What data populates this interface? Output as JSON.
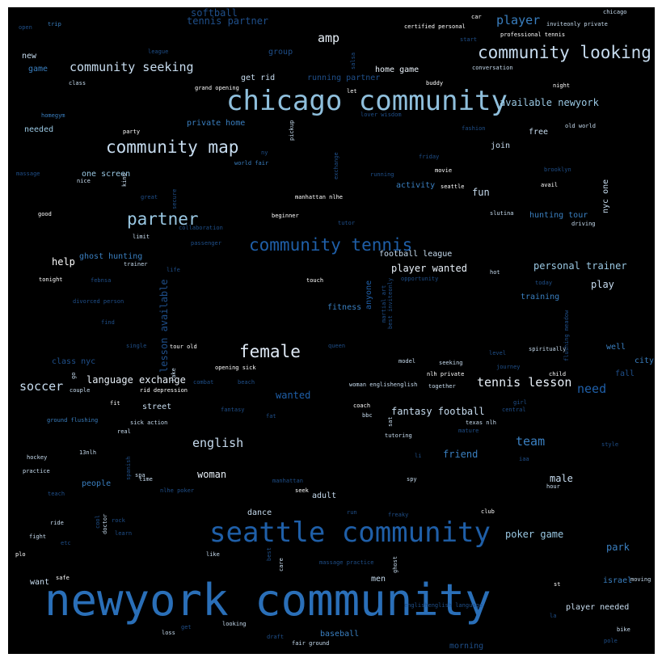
{
  "words": [
    {
      "text": "newyork community",
      "size": "xl",
      "color": "#2a6fb8"
    },
    {
      "text": "chicago community",
      "size": "l",
      "color": "#8fbfdc"
    },
    {
      "text": "seattle community",
      "size": "l",
      "color": "#1f5fa8"
    },
    {
      "text": "community map",
      "size": "m",
      "color": "#c7dcef"
    },
    {
      "text": "community tennis",
      "size": "m",
      "color": "#1f5fa8"
    },
    {
      "text": "community looking",
      "size": "m",
      "color": "#c7dcef"
    },
    {
      "text": "female",
      "size": "m",
      "color": "#dfe9f5"
    },
    {
      "text": "partner",
      "size": "m",
      "color": "#9ac8e3"
    },
    {
      "text": "community seeking",
      "size": "s",
      "color": "#c7dcef"
    },
    {
      "text": "amp",
      "size": "s",
      "color": "#e8f0f8"
    },
    {
      "text": "player",
      "size": "s",
      "color": "#3a7fc0"
    },
    {
      "text": "team",
      "size": "s",
      "color": "#3a7fc0"
    },
    {
      "text": "need",
      "size": "s",
      "color": "#1f5fa8"
    },
    {
      "text": "soccer",
      "size": "s",
      "color": "#c7dcef"
    },
    {
      "text": "english",
      "size": "s",
      "color": "#c7dcef"
    },
    {
      "text": "tennis lesson",
      "size": "s",
      "color": "#e8f0f8"
    },
    {
      "text": "available newyork",
      "size": "xs",
      "color": "#9ac8e3"
    },
    {
      "text": "softball",
      "size": "xs",
      "color": "#1f4f8a"
    },
    {
      "text": "tennis partner",
      "size": "xs",
      "color": "#1f4f8a"
    },
    {
      "text": "fun",
      "size": "xs",
      "color": "#c7dcef"
    },
    {
      "text": "help",
      "size": "xs",
      "color": "#ffffff"
    },
    {
      "text": "player wanted",
      "size": "xs",
      "color": "#e8f0f8"
    },
    {
      "text": "personal trainer",
      "size": "xs",
      "color": "#9ac8e3"
    },
    {
      "text": "play",
      "size": "xs",
      "color": "#c7dcef"
    },
    {
      "text": "language exchange",
      "size": "xs",
      "color": "#e8f0f8"
    },
    {
      "text": "fantasy football",
      "size": "xs",
      "color": "#c7dcef"
    },
    {
      "text": "wanted",
      "size": "xs",
      "color": "#1f5fa8"
    },
    {
      "text": "friend",
      "size": "xs",
      "color": "#3a7fc0"
    },
    {
      "text": "woman",
      "size": "xs",
      "color": "#e8f0f8"
    },
    {
      "text": "poker game",
      "size": "xs",
      "color": "#9ac8e3"
    },
    {
      "text": "park",
      "size": "xs",
      "color": "#3a7fc0"
    },
    {
      "text": "male",
      "size": "xs",
      "color": "#c7dcef"
    },
    {
      "text": "one screen",
      "size": "xxs",
      "color": "#9ac8e3"
    },
    {
      "text": "home game",
      "size": "xxs",
      "color": "#e8f0f8"
    },
    {
      "text": "private home",
      "size": "xxs",
      "color": "#3a7fc0"
    },
    {
      "text": "group",
      "size": "xxs",
      "color": "#1f4f8a"
    },
    {
      "text": "running partner",
      "size": "xxs",
      "color": "#1f4f8a"
    },
    {
      "text": "get rid",
      "size": "xxs",
      "color": "#c7dcef"
    },
    {
      "text": "needed",
      "size": "xxs",
      "color": "#9ac8e3"
    },
    {
      "text": "free",
      "size": "xxs",
      "color": "#c7dcef"
    },
    {
      "text": "join",
      "size": "xxs",
      "color": "#c7dcef"
    },
    {
      "text": "activity",
      "size": "xxs",
      "color": "#3a7fc0"
    },
    {
      "text": "hunting tour",
      "size": "xxs",
      "color": "#3a7fc0"
    },
    {
      "text": "ghost hunting",
      "size": "xxs",
      "color": "#3a7fc0"
    },
    {
      "text": "football league",
      "size": "xxs",
      "color": "#c7dcef"
    },
    {
      "text": "training",
      "size": "xxs",
      "color": "#3a7fc0"
    },
    {
      "text": "fitness",
      "size": "xxs",
      "color": "#3a7fc0"
    },
    {
      "text": "class nyc",
      "size": "xxs",
      "color": "#1f4f8a"
    },
    {
      "text": "well",
      "size": "xxs",
      "color": "#3a7fc0"
    },
    {
      "text": "city",
      "size": "xxs",
      "color": "#3a7fc0"
    },
    {
      "text": "fall",
      "size": "xxs",
      "color": "#1f4f8a"
    },
    {
      "text": "street",
      "size": "xxs",
      "color": "#c7dcef"
    },
    {
      "text": "adult",
      "size": "xxs",
      "color": "#c7dcef"
    },
    {
      "text": "dance",
      "size": "xxs",
      "color": "#c7dcef"
    },
    {
      "text": "men",
      "size": "xxs",
      "color": "#c7dcef"
    },
    {
      "text": "want",
      "size": "xxs",
      "color": "#c7dcef"
    },
    {
      "text": "israel",
      "size": "xxs",
      "color": "#3a7fc0"
    },
    {
      "text": "player needed",
      "size": "xxs",
      "color": "#c7dcef"
    },
    {
      "text": "baseball",
      "size": "xxs",
      "color": "#3a7fc0"
    },
    {
      "text": "morning",
      "size": "xxs",
      "color": "#1f4f8a"
    },
    {
      "text": "people",
      "size": "xxs",
      "color": "#3a7fc0"
    },
    {
      "text": "game",
      "size": "xxs",
      "color": "#3a7fc0"
    },
    {
      "text": "new",
      "size": "xxs",
      "color": "#c7dcef"
    },
    {
      "text": "professional tennis",
      "size": "tiny",
      "color": "#ffffff"
    },
    {
      "text": "certified personal",
      "size": "tiny",
      "color": "#ffffff"
    },
    {
      "text": "inviteonly private",
      "size": "tiny",
      "color": "#c7dcef"
    },
    {
      "text": "chicago",
      "size": "tiny",
      "color": "#c7dcef"
    },
    {
      "text": "car",
      "size": "tiny",
      "color": "#ffffff"
    },
    {
      "text": "trip",
      "size": "tiny",
      "color": "#3a7fc0"
    },
    {
      "text": "open",
      "size": "tiny",
      "color": "#1f4f8a"
    },
    {
      "text": "start",
      "size": "tiny",
      "color": "#1f4f8a"
    },
    {
      "text": "conversation",
      "size": "tiny",
      "color": "#c7dcef"
    },
    {
      "text": "buddy",
      "size": "tiny",
      "color": "#ffffff"
    },
    {
      "text": "night",
      "size": "tiny",
      "color": "#ffffff"
    },
    {
      "text": "class",
      "size": "tiny",
      "color": "#c7dcef"
    },
    {
      "text": "grand opening",
      "size": "tiny",
      "color": "#ffffff"
    },
    {
      "text": "let",
      "size": "tiny",
      "color": "#ffffff"
    },
    {
      "text": "lover wisdom",
      "size": "tiny",
      "color": "#1f4f8a"
    },
    {
      "text": "homegym",
      "size": "tiny",
      "color": "#3a7fc0"
    },
    {
      "text": "party",
      "size": "tiny",
      "color": "#ffffff"
    },
    {
      "text": "fashion",
      "size": "tiny",
      "color": "#1f4f8a"
    },
    {
      "text": "old world",
      "size": "tiny",
      "color": "#c7dcef"
    },
    {
      "text": "world fair",
      "size": "tiny",
      "color": "#3a7fc0"
    },
    {
      "text": "friday",
      "size": "tiny",
      "color": "#1f4f8a"
    },
    {
      "text": "movie",
      "size": "tiny",
      "color": "#ffffff"
    },
    {
      "text": "running",
      "size": "tiny",
      "color": "#1f4f8a"
    },
    {
      "text": "brooklyn",
      "size": "tiny",
      "color": "#1f4f8a"
    },
    {
      "text": "massage",
      "size": "tiny",
      "color": "#1f4f8a"
    },
    {
      "text": "nice",
      "size": "tiny",
      "color": "#c7dcef"
    },
    {
      "text": "seattle",
      "size": "tiny",
      "color": "#ffffff"
    },
    {
      "text": "avail",
      "size": "tiny",
      "color": "#ffffff"
    },
    {
      "text": "great",
      "size": "tiny",
      "color": "#1f4f8a"
    },
    {
      "text": "manhattan nlhe",
      "size": "tiny",
      "color": "#ffffff"
    },
    {
      "text": "good",
      "size": "tiny",
      "color": "#ffffff"
    },
    {
      "text": "beginner",
      "size": "tiny",
      "color": "#ffffff"
    },
    {
      "text": "tutor",
      "size": "tiny",
      "color": "#1f4f8a"
    },
    {
      "text": "slutina",
      "size": "tiny",
      "color": "#c7dcef"
    },
    {
      "text": "collaboration",
      "size": "tiny",
      "color": "#1f4f8a"
    },
    {
      "text": "limit",
      "size": "tiny",
      "color": "#c7dcef"
    },
    {
      "text": "driving",
      "size": "tiny",
      "color": "#c7dcef"
    },
    {
      "text": "passenger",
      "size": "tiny",
      "color": "#1f4f8a"
    },
    {
      "text": "trainer",
      "size": "tiny",
      "color": "#c7dcef"
    },
    {
      "text": "life",
      "size": "tiny",
      "color": "#1f4f8a"
    },
    {
      "text": "hot",
      "size": "tiny",
      "color": "#c7dcef"
    },
    {
      "text": "tonight",
      "size": "tiny",
      "color": "#ffffff"
    },
    {
      "text": "febnsa",
      "size": "tiny",
      "color": "#1f4f8a"
    },
    {
      "text": "touch",
      "size": "tiny",
      "color": "#ffffff"
    },
    {
      "text": "opportunity",
      "size": "tiny",
      "color": "#1f4f8a"
    },
    {
      "text": "today",
      "size": "tiny",
      "color": "#1f4f8a"
    },
    {
      "text": "divorced person",
      "size": "tiny",
      "color": "#1f4f8a"
    },
    {
      "text": "find",
      "size": "tiny",
      "color": "#1f4f8a"
    },
    {
      "text": "single",
      "size": "tiny",
      "color": "#1f4f8a"
    },
    {
      "text": "tour old",
      "size": "tiny",
      "color": "#ffffff"
    },
    {
      "text": "queen",
      "size": "tiny",
      "color": "#1f4f8a"
    },
    {
      "text": "spiritually",
      "size": "tiny",
      "color": "#c7dcef"
    },
    {
      "text": "level",
      "size": "tiny",
      "color": "#1f4f8a"
    },
    {
      "text": "opening sick",
      "size": "tiny",
      "color": "#ffffff"
    },
    {
      "text": "model",
      "size": "tiny",
      "color": "#c7dcef"
    },
    {
      "text": "seeking",
      "size": "tiny",
      "color": "#c7dcef"
    },
    {
      "text": "journey",
      "size": "tiny",
      "color": "#1f4f8a"
    },
    {
      "text": "nlh private",
      "size": "tiny",
      "color": "#ffffff"
    },
    {
      "text": "child",
      "size": "tiny",
      "color": "#ffffff"
    },
    {
      "text": "combat",
      "size": "tiny",
      "color": "#1f4f8a"
    },
    {
      "text": "beach",
      "size": "tiny",
      "color": "#1f4f8a"
    },
    {
      "text": "woman englishenglish",
      "size": "tiny",
      "color": "#c7dcef"
    },
    {
      "text": "together",
      "size": "tiny",
      "color": "#c7dcef"
    },
    {
      "text": "couple",
      "size": "tiny",
      "color": "#c7dcef"
    },
    {
      "text": "rid depression",
      "size": "tiny",
      "color": "#ffffff"
    },
    {
      "text": "fit",
      "size": "tiny",
      "color": "#ffffff"
    },
    {
      "text": "coach",
      "size": "tiny",
      "color": "#ffffff"
    },
    {
      "text": "bbc",
      "size": "tiny",
      "color": "#c7dcef"
    },
    {
      "text": "girl",
      "size": "tiny",
      "color": "#1f4f8a"
    },
    {
      "text": "central",
      "size": "tiny",
      "color": "#1f4f8a"
    },
    {
      "text": "fantasy",
      "size": "tiny",
      "color": "#1f4f8a"
    },
    {
      "text": "fat",
      "size": "tiny",
      "color": "#1f4f8a"
    },
    {
      "text": "ground flushing",
      "size": "tiny",
      "color": "#3a7fc0"
    },
    {
      "text": "sick action",
      "size": "tiny",
      "color": "#c7dcef"
    },
    {
      "text": "texas nlh",
      "size": "tiny",
      "color": "#c7dcef"
    },
    {
      "text": "real",
      "size": "tiny",
      "color": "#c7dcef"
    },
    {
      "text": "tutoring",
      "size": "tiny",
      "color": "#c7dcef"
    },
    {
      "text": "mature",
      "size": "tiny",
      "color": "#1f4f8a"
    },
    {
      "text": "13nlh",
      "size": "tiny",
      "color": "#c7dcef"
    },
    {
      "text": "style",
      "size": "tiny",
      "color": "#1f4f8a"
    },
    {
      "text": "hockey",
      "size": "tiny",
      "color": "#c7dcef"
    },
    {
      "text": "practice",
      "size": "tiny",
      "color": "#c7dcef"
    },
    {
      "text": "time",
      "size": "tiny",
      "color": "#c7dcef"
    },
    {
      "text": "manhattan",
      "size": "tiny",
      "color": "#1f4f8a"
    },
    {
      "text": "spy",
      "size": "tiny",
      "color": "#c7dcef"
    },
    {
      "text": "hour",
      "size": "tiny",
      "color": "#c7dcef"
    },
    {
      "text": "teach",
      "size": "tiny",
      "color": "#1f4f8a"
    },
    {
      "text": "nlhe poker",
      "size": "tiny",
      "color": "#1f4f8a"
    },
    {
      "text": "seek",
      "size": "tiny",
      "color": "#ffffff"
    },
    {
      "text": "ride",
      "size": "tiny",
      "color": "#c7dcef"
    },
    {
      "text": "rock",
      "size": "tiny",
      "color": "#1f4f8a"
    },
    {
      "text": "run",
      "size": "tiny",
      "color": "#1f4f8a"
    },
    {
      "text": "freaky",
      "size": "tiny",
      "color": "#1f4f8a"
    },
    {
      "text": "club",
      "size": "tiny",
      "color": "#ffffff"
    },
    {
      "text": "fight",
      "size": "tiny",
      "color": "#c7dcef"
    },
    {
      "text": "learn",
      "size": "tiny",
      "color": "#1f4f8a"
    },
    {
      "text": "etc",
      "size": "tiny",
      "color": "#1f4f8a"
    },
    {
      "text": "plo",
      "size": "tiny",
      "color": "#ffffff"
    },
    {
      "text": "like",
      "size": "tiny",
      "color": "#c7dcef"
    },
    {
      "text": "massage practice",
      "size": "tiny",
      "color": "#1f4f8a"
    },
    {
      "text": "safe",
      "size": "tiny",
      "color": "#ffffff"
    },
    {
      "text": "moving",
      "size": "tiny",
      "color": "#c7dcef"
    },
    {
      "text": "st",
      "size": "tiny",
      "color": "#ffffff"
    },
    {
      "text": "la",
      "size": "tiny",
      "color": "#1f4f8a"
    },
    {
      "text": "englishenglish language",
      "size": "tiny",
      "color": "#1f4f8a"
    },
    {
      "text": "bike",
      "size": "tiny",
      "color": "#c7dcef"
    },
    {
      "text": "pole",
      "size": "tiny",
      "color": "#1f4f8a"
    },
    {
      "text": "get",
      "size": "tiny",
      "color": "#1f4f8a"
    },
    {
      "text": "looking",
      "size": "tiny",
      "color": "#c7dcef"
    },
    {
      "text": "loss",
      "size": "tiny",
      "color": "#c7dcef"
    },
    {
      "text": "draft",
      "size": "tiny",
      "color": "#1f4f8a"
    },
    {
      "text": "fair ground",
      "size": "tiny",
      "color": "#c7dcef"
    },
    {
      "text": "league",
      "size": "tiny",
      "color": "#1f4f8a"
    },
    {
      "text": "iaa",
      "size": "tiny",
      "color": "#1f4f8a"
    },
    {
      "text": "lesson available",
      "size": "xs",
      "color": "#1f4f8a"
    },
    {
      "text": "nyc one",
      "size": "xxs",
      "color": "#c7dcef"
    },
    {
      "text": "anyone",
      "size": "xxs",
      "color": "#1f5fa8"
    },
    {
      "text": "pickup",
      "size": "tiny",
      "color": "#c7dcef"
    },
    {
      "text": "exchange",
      "size": "tiny",
      "color": "#1f4f8a"
    },
    {
      "text": "martial art",
      "size": "tiny",
      "color": "#1f4f8a"
    },
    {
      "text": "best inviteonly",
      "size": "tiny",
      "color": "#1f4f8a"
    },
    {
      "text": "flushing meadow",
      "size": "tiny",
      "color": "#1f4f8a"
    },
    {
      "text": "spanish",
      "size": "tiny",
      "color": "#1f4f8a"
    },
    {
      "text": "doctor",
      "size": "tiny",
      "color": "#c7dcef"
    },
    {
      "text": "cool",
      "size": "tiny",
      "color": "#1f4f8a"
    },
    {
      "text": "best",
      "size": "tiny",
      "color": "#1f4f8a"
    },
    {
      "text": "care",
      "size": "tiny",
      "color": "#c7dcef"
    },
    {
      "text": "ghost",
      "size": "tiny",
      "color": "#c7dcef"
    },
    {
      "text": "salsa",
      "size": "tiny",
      "color": "#1f4f8a"
    },
    {
      "text": "secure",
      "size": "tiny",
      "color": "#1f4f8a"
    },
    {
      "text": "kind",
      "size": "tiny",
      "color": "#c7dcef"
    },
    {
      "text": "sat",
      "size": "tiny",
      "color": "#c7dcef"
    },
    {
      "text": "go",
      "size": "tiny",
      "color": "#c7dcef"
    },
    {
      "text": "ny",
      "size": "tiny",
      "color": "#1f4f8a"
    },
    {
      "text": "spa",
      "size": "tiny",
      "color": "#c7dcef"
    },
    {
      "text": "lake",
      "size": "tiny",
      "color": "#c7dcef"
    },
    {
      "text": "li",
      "size": "tiny",
      "color": "#1f4f8a"
    }
  ]
}
